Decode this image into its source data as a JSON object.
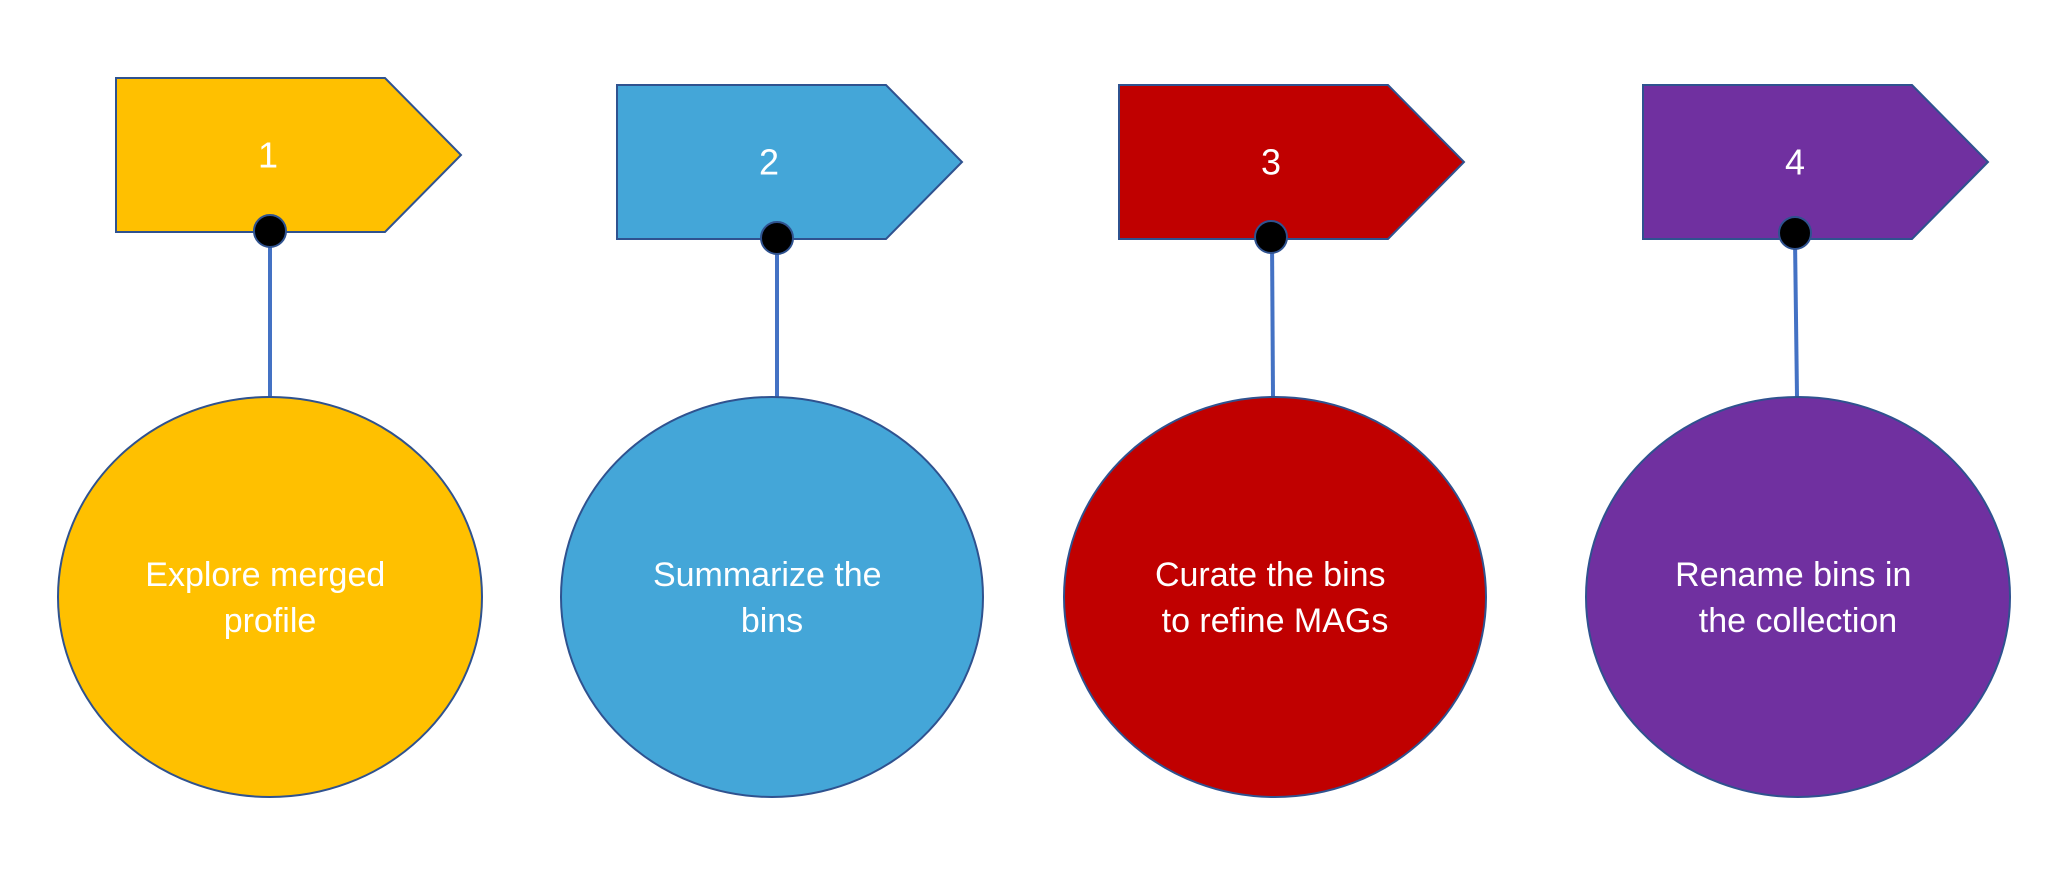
{
  "diagram": {
    "colors": {
      "outline": "#2f528f",
      "connector": "#4472c4",
      "pin": "#000000",
      "text": "#ffffff"
    },
    "steps": [
      {
        "number": "1",
        "label_lines": [
          "Explore merged",
          "profile"
        ],
        "color": "#ffc000"
      },
      {
        "number": "2",
        "label_lines": [
          "Summarize the",
          "bins"
        ],
        "color": "#44a6d8"
      },
      {
        "number": "3",
        "label_lines": [
          "Curate the bins",
          "to refine MAGs"
        ],
        "color": "#c00000"
      },
      {
        "number": "4",
        "label_lines": [
          "Rename bins in",
          "the collection"
        ],
        "color": "#7030a0"
      }
    ]
  }
}
